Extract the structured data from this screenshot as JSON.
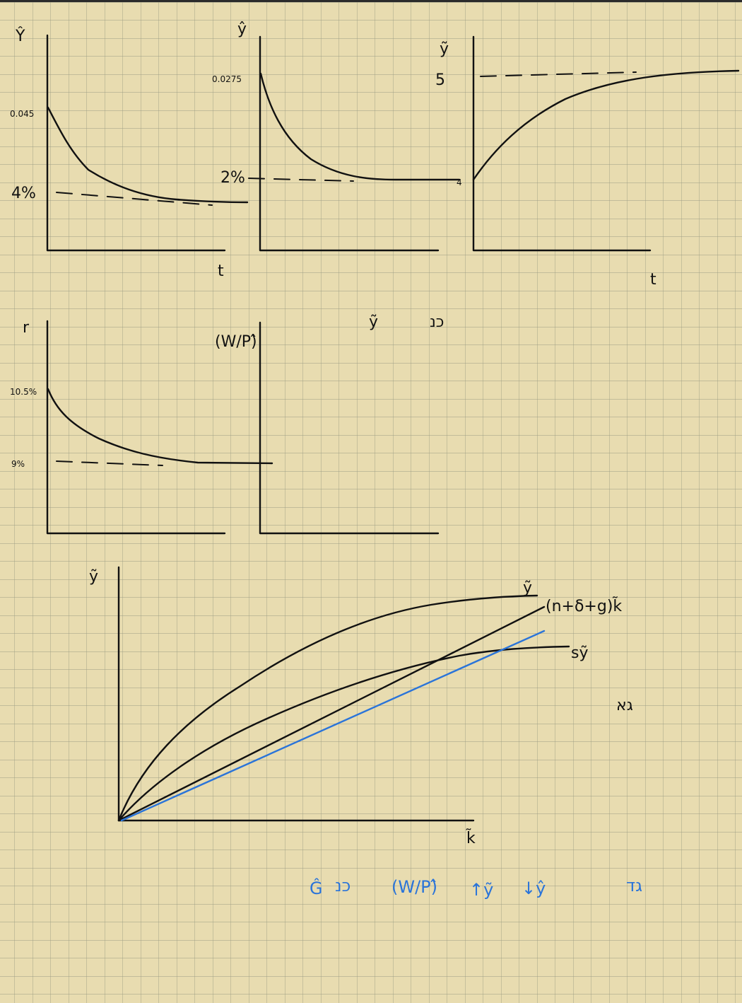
{
  "panel_1": {
    "y_label": "Ŷ",
    "x_label": "t",
    "start_value": "0.045",
    "steady_value": "4%"
  },
  "panel_2": {
    "y_label": "ŷ",
    "start_value": "0.0275",
    "steady_value": "2%"
  },
  "panel_3": {
    "y_label": "ỹ",
    "x_label": "t",
    "steady_value": "5",
    "start_value": "4"
  },
  "panel_4": {
    "y_label": "r",
    "start_value": "10.5%",
    "steady_value": "9%"
  },
  "panel_5": {
    "y_label": "(W/P)̂"
  },
  "note_mid": {
    "symbol": "ỹ",
    "text": "כנ"
  },
  "phase_diagram": {
    "y_label": "ỹ",
    "x_label": "k̃",
    "curve_upper_label": "ỹ",
    "line_label": "(n+δ+g)k̃",
    "curve_lower_label": "sỹ",
    "side_note": "גא"
  },
  "blue_notes": {
    "n1_symbol": "Ĝ",
    "n1_text": "כנ",
    "n2": "(W/P)̂",
    "n3": "↑ỹ",
    "n4": "↓ŷ",
    "n5": "גד"
  },
  "colors": {
    "paper": "#e8dcb0",
    "grid": "#9c9c84",
    "ink": "#111111",
    "blue_ink": "#2a74d9"
  }
}
